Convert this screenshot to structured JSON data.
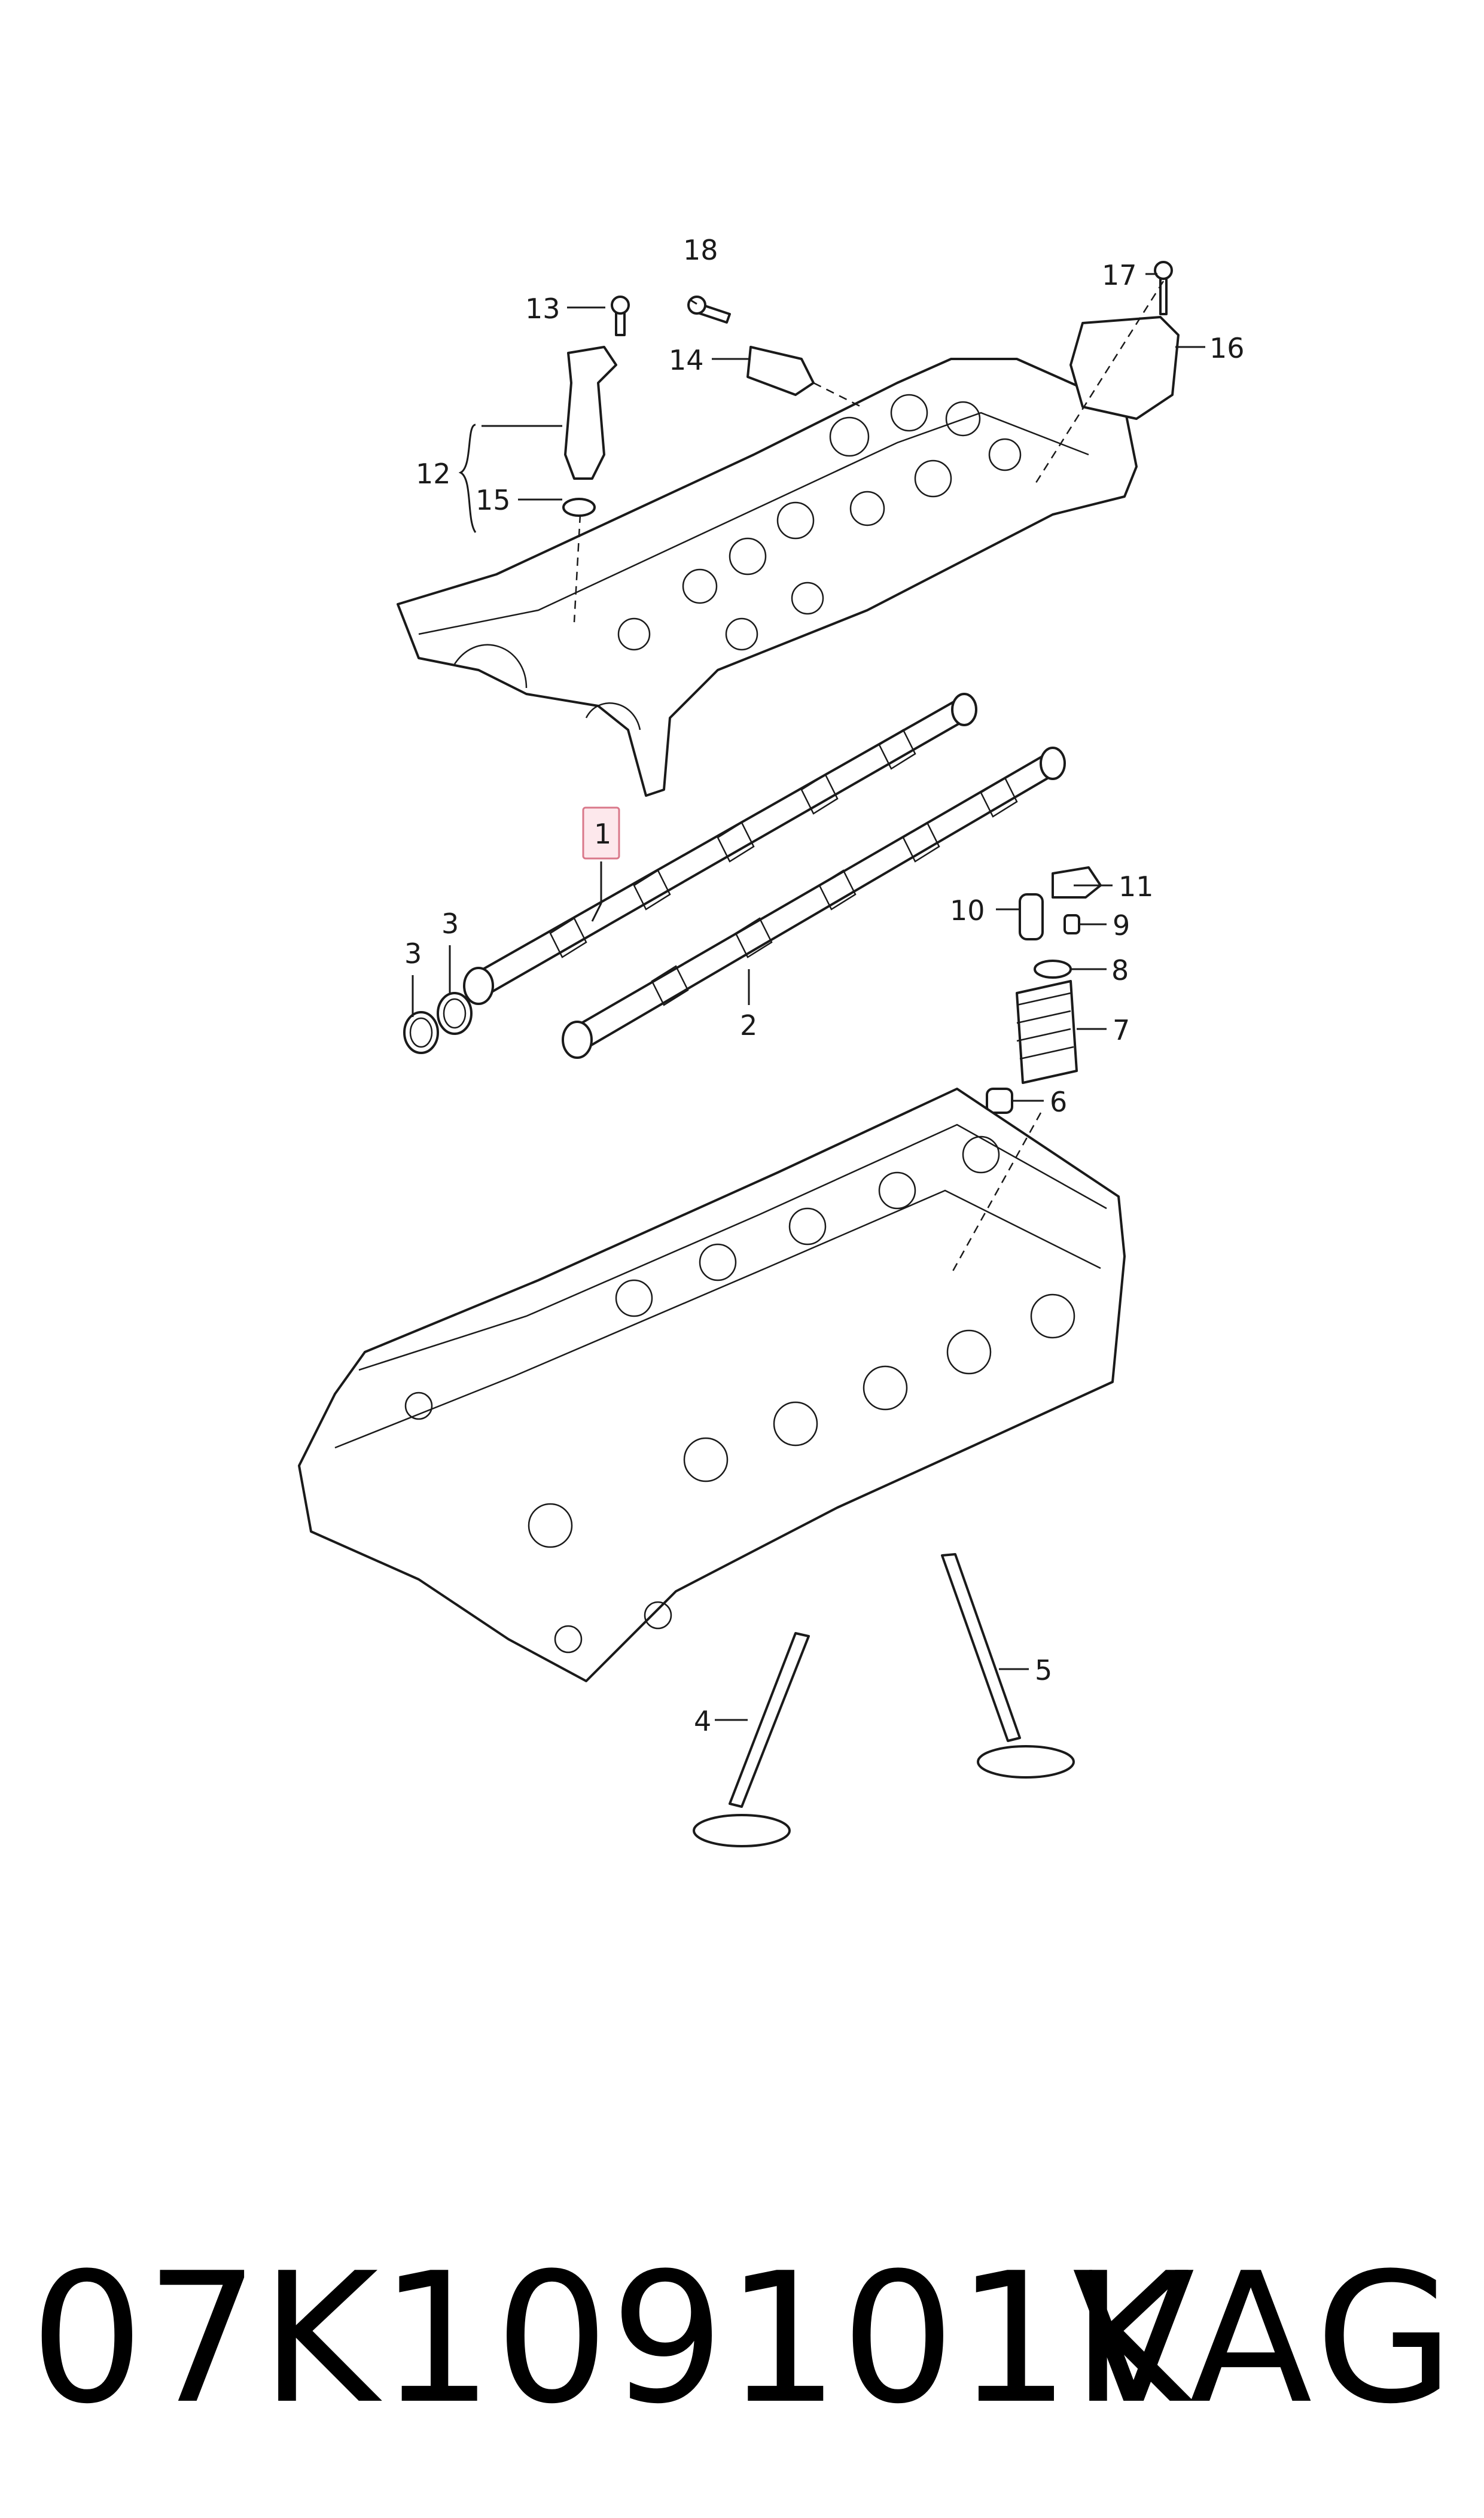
{
  "diagram": {
    "callouts": {
      "c1": "1",
      "c2": "2",
      "c3a": "3",
      "c3b": "3",
      "c4": "4",
      "c5": "5",
      "c6": "6",
      "c7": "7",
      "c8": "8",
      "c9": "9",
      "c10": "10",
      "c11": "11",
      "c12": "12",
      "c13": "13",
      "c14": "14",
      "c15": "15",
      "c16": "16",
      "c17": "17",
      "c18": "18"
    },
    "highlighted_callout": "1",
    "highlight_color": "#d9788a"
  },
  "footer": {
    "part_number": "07K109101K",
    "brand": "VAG"
  }
}
